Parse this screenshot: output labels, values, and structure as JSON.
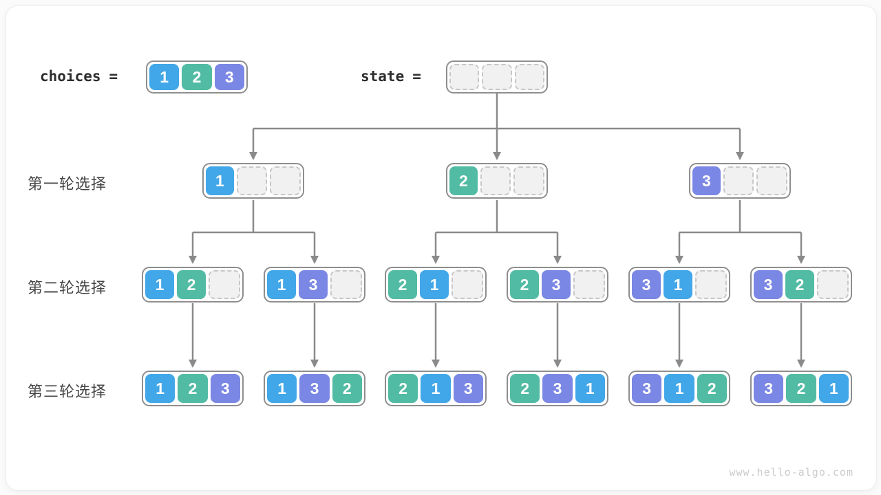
{
  "header": {
    "choices_label": "choices",
    "equals": "=",
    "choices_values": [
      1,
      2,
      3
    ],
    "state_label": "state",
    "state_empty_count": 3
  },
  "rows": [
    {
      "label": "第一轮选择"
    },
    {
      "label": "第二轮选择"
    },
    {
      "label": "第三轮选择"
    }
  ],
  "tree": {
    "round1": [
      [
        1,
        null,
        null
      ],
      [
        2,
        null,
        null
      ],
      [
        3,
        null,
        null
      ]
    ],
    "round2": [
      [
        1,
        2,
        null
      ],
      [
        1,
        3,
        null
      ],
      [
        2,
        1,
        null
      ],
      [
        2,
        3,
        null
      ],
      [
        3,
        1,
        null
      ],
      [
        3,
        2,
        null
      ]
    ],
    "round3": [
      [
        1,
        2,
        3
      ],
      [
        1,
        3,
        2
      ],
      [
        2,
        1,
        3
      ],
      [
        2,
        3,
        1
      ],
      [
        3,
        1,
        2
      ],
      [
        3,
        2,
        1
      ]
    ]
  },
  "cell_colors": {
    "1": "#42a7e8",
    "2": "#52bba3",
    "3": "#7b87e4"
  },
  "ui_colors": {
    "connector": "#8a8a8a",
    "box_border": "#8e8e8e",
    "empty_fill": "#f1f1f1"
  },
  "watermark": "www.hello-algo.com"
}
